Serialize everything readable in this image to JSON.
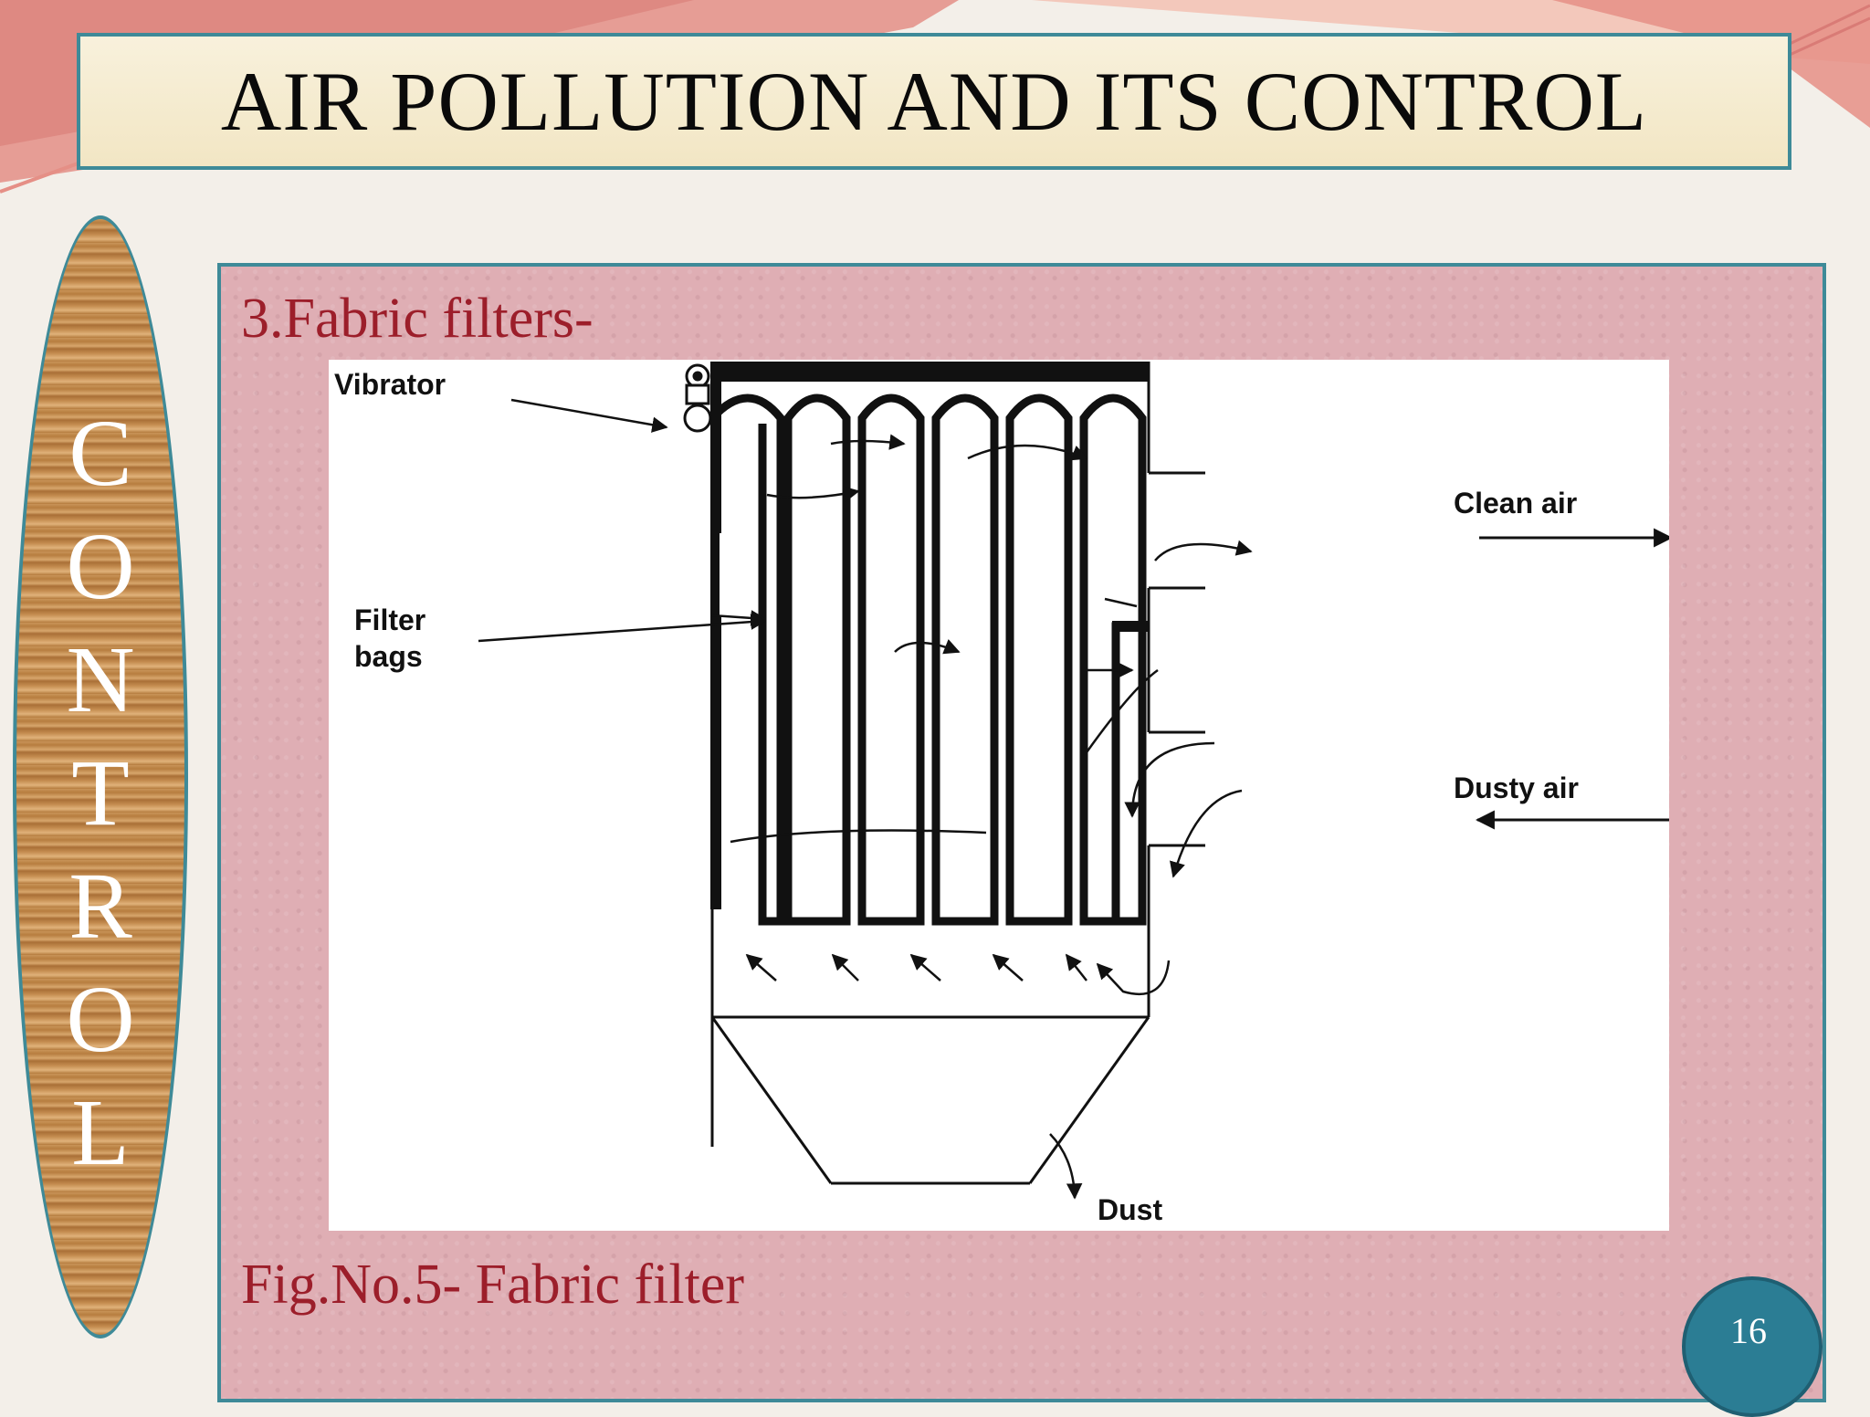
{
  "slide": {
    "title": "AIR POLLUTION AND ITS CONTROL",
    "side_letters": [
      "C",
      "O",
      "N",
      "T",
      "R",
      "O",
      "L"
    ],
    "section_heading": "3.Fabric filters-",
    "figure_caption": "Fig.No.5- Fabric filter",
    "page_number": "16"
  },
  "diagram": {
    "labels": {
      "vibrator": "Vibrator",
      "filter_line1": "Filter",
      "filter_line2": "bags",
      "clean_air": "Clean air",
      "dusty_air": "Dusty air",
      "dust": "Dust"
    },
    "filter_bag_count": 6
  },
  "colors": {
    "title_border": "#3e8a98",
    "heading_red": "#9c1e2a",
    "panel_pink": "#dfaeb4",
    "badge_teal": "#2b7d94",
    "decor_salmon": "#e58f86"
  }
}
